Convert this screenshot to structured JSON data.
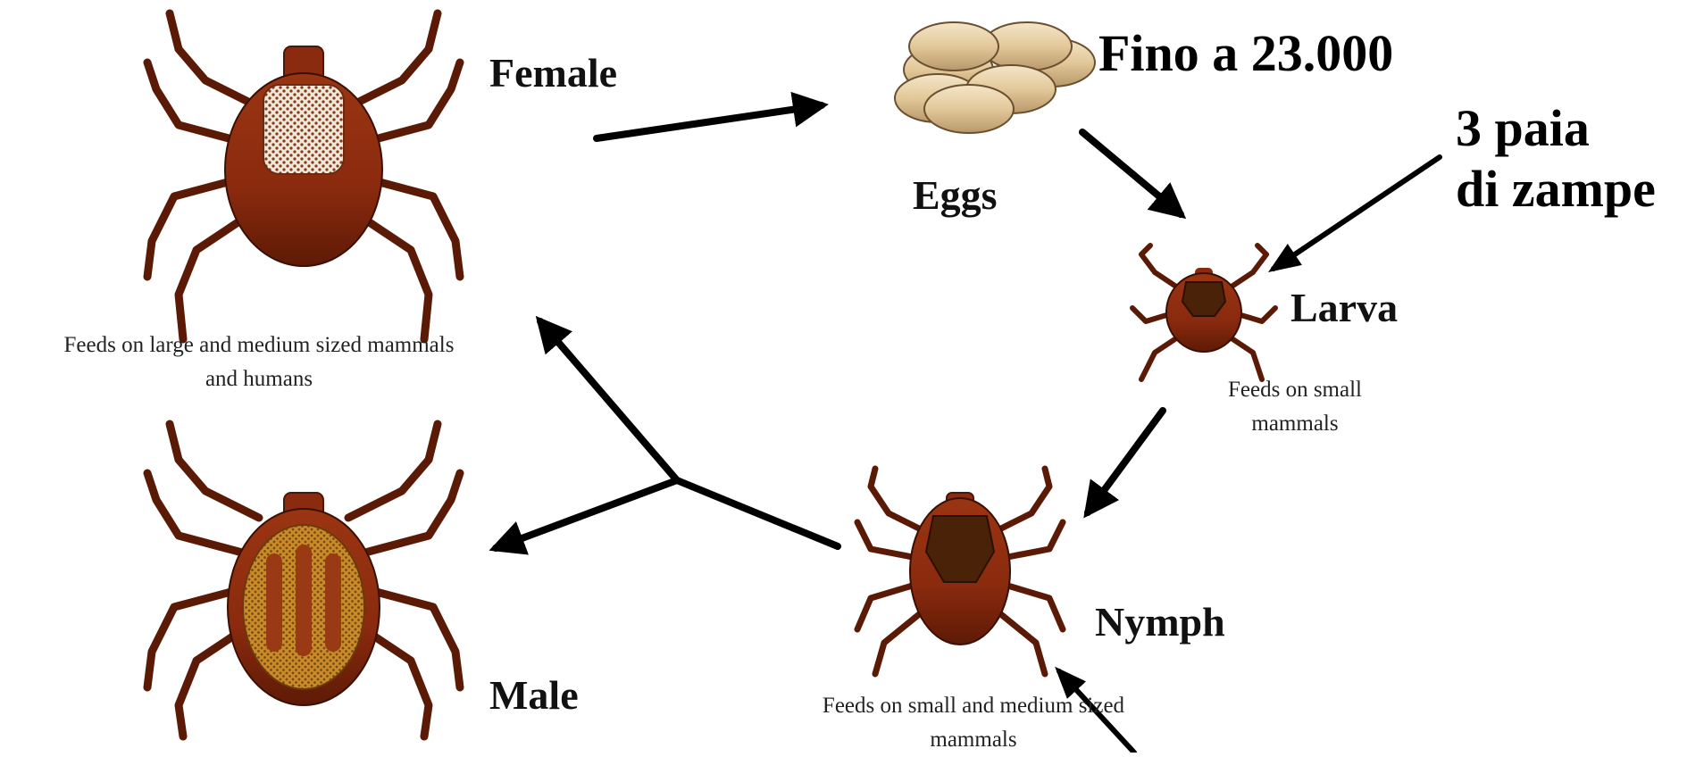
{
  "diagram": {
    "stages": {
      "female": {
        "name": "Female",
        "note_line1": "Feeds on large and medium sized mammals",
        "note_line2": "and humans"
      },
      "eggs": {
        "name": "Eggs"
      },
      "larva": {
        "name": "Larva",
        "note_line1": "Feeds on small",
        "note_line2": "mammals"
      },
      "nymph": {
        "name": "Nymph",
        "note_line1": "Feeds on small and medium sized",
        "note_line2": "mammals"
      },
      "male": {
        "name": "Male"
      }
    },
    "annotations": {
      "eggs_count": "Fino a 23.000",
      "larva_legs_line1": "3 paia",
      "larva_legs_line2": "di zampe"
    }
  },
  "colors": {
    "tick_body": "#8a2a10",
    "tick_dark": "#4a1806",
    "scutum_female": "#e8d8c8",
    "scutum_male": "#c88a2a",
    "egg": "#e6cfa6",
    "arrow": "#000000"
  }
}
